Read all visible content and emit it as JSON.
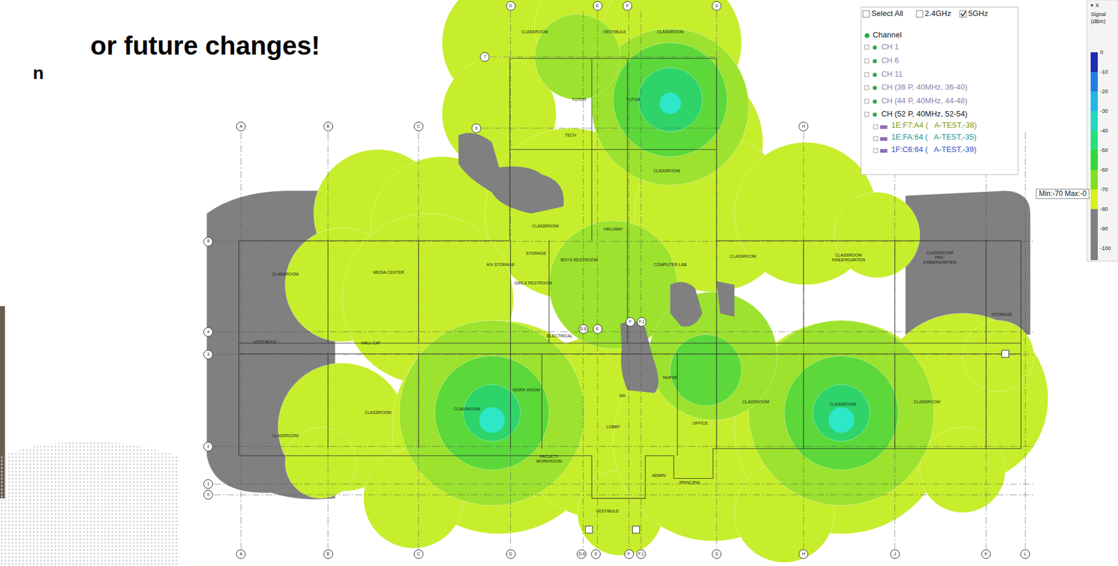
{
  "diagram": {
    "title": "or future changes!",
    "labels": [
      "n",
      "Select All",
      "2.4GHz",
      "5GHz",
      "Channel",
      "CH 1",
      "CH 6",
      "CH 11",
      "CH (36 P, 40MHz, 36-40)",
      "CH (44 P, 40MHz, 44-48)",
      "CH (52 P, 40MHz, 52-54)",
      "1E:F7:A4 (   A-TEST,-38)",
      "1E:FA:64 (   A-TEST,-35)",
      "1F:C6:64 (   A-TEST,-39)",
      "▾ X",
      "Signal",
      "(dBm)",
      "Min:-70 Max:-0",
      "A",
      "B",
      "C",
      "H",
      "D",
      "E",
      "F",
      "G",
      "A",
      "B",
      "C",
      "D",
      "D.6",
      "E",
      "F",
      "F.1",
      "G",
      "H",
      "J",
      "K",
      "L",
      "D.6",
      "E",
      "F",
      "F.1",
      "8",
      "4",
      "3",
      "2",
      "1",
      "0",
      "7",
      "6",
      "CLASSROOM",
      "VESTIBULE",
      "CLASSROOM",
      "TUTOR",
      "TUTOR",
      "TECH",
      "CLASSROOM",
      "CLASSROOM",
      "HALLWAY",
      "CLASSROOM",
      "MEDIA CENTER",
      "STORAGE",
      "A/V STORAGE",
      "GIRLS RESTROOM",
      "BOYS RESTROOM",
      "COMPUTER LAB",
      "CLASSROOM",
      "CLASSROOM KINDERGARTEN",
      "CLASSROOM PRE-KINDERGARTEN",
      "STORAGE",
      "VESTIBULE",
      "HALL CAT",
      "ELECTRICAL",
      "CLASSROOM",
      "CLASSROOM",
      "CLASSROOM",
      "WORK ROOM",
      "RR",
      "LOBBY",
      "NURSE",
      "OFFICE",
      "FACULTY WORKROOM",
      "ADMIN",
      "PRINCIPAL",
      "VESTIBULE",
      "CLASSROOM",
      "CLASSROOM",
      "CLASSROOM"
    ],
    "legend": [
      {
        "text": "0",
        "color": "#1a2fb0"
      },
      {
        "text": "-10",
        "color": "#1e7fe0"
      },
      {
        "text": "-20",
        "color": "#21b7e6"
      },
      {
        "text": "-30",
        "color": "#22d8c0"
      },
      {
        "text": "-40",
        "color": "#27e07a"
      },
      {
        "text": "-50",
        "color": "#2fd93a"
      },
      {
        "text": "-60",
        "color": "#7fe020"
      },
      {
        "text": "-70",
        "color": "#d8f020"
      },
      {
        "text": "-80",
        "color": "#808080"
      },
      {
        "text": "-90",
        "color": "#808080"
      },
      {
        "text": "-100",
        "color": "#808080"
      }
    ]
  }
}
